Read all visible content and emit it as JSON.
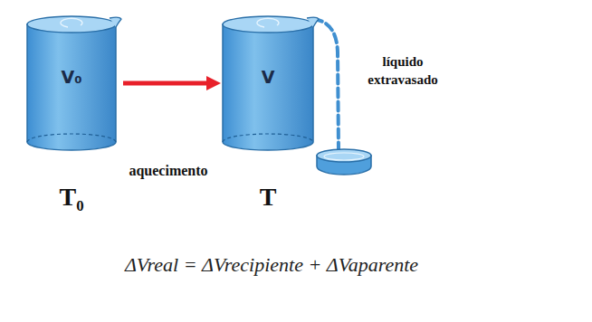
{
  "diagram": {
    "nodes": [
      {
        "text": [
          "V₀",
          "T₀"
        ]
      },
      {
        "text": [
          "V",
          "T"
        ]
      }
    ],
    "edges": [
      {
        "from": 0,
        "to": 1,
        "arrow": "to",
        "label": "aquecimento"
      }
    ],
    "labels": [
      "líquido extravasado",
      "ΔVreal = ΔVrecipiente + ΔVaparente"
    ]
  }
}
